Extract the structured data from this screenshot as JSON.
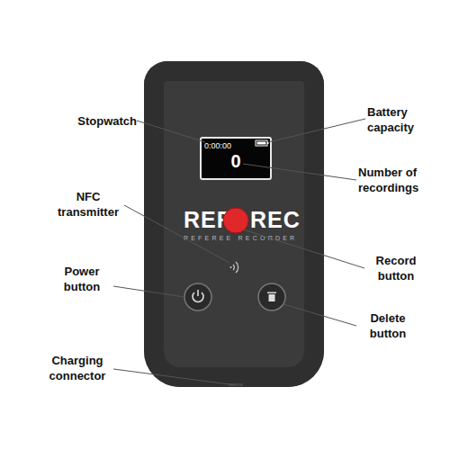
{
  "diagram": {
    "nodes": [
      {
        "text": [
          "REF",
          "REC",
          "REFEREE RECORDER"
        ]
      },
      {
        "text": [
          "0:00:00",
          "0"
        ],
        "in": 0
      }
    ],
    "labels": [
      "Stopwatch",
      "Battery capacity",
      "Number of recordings",
      "NFC transmitter",
      "Record button",
      "Power button",
      "Delete button",
      "Charging connector"
    ]
  }
}
